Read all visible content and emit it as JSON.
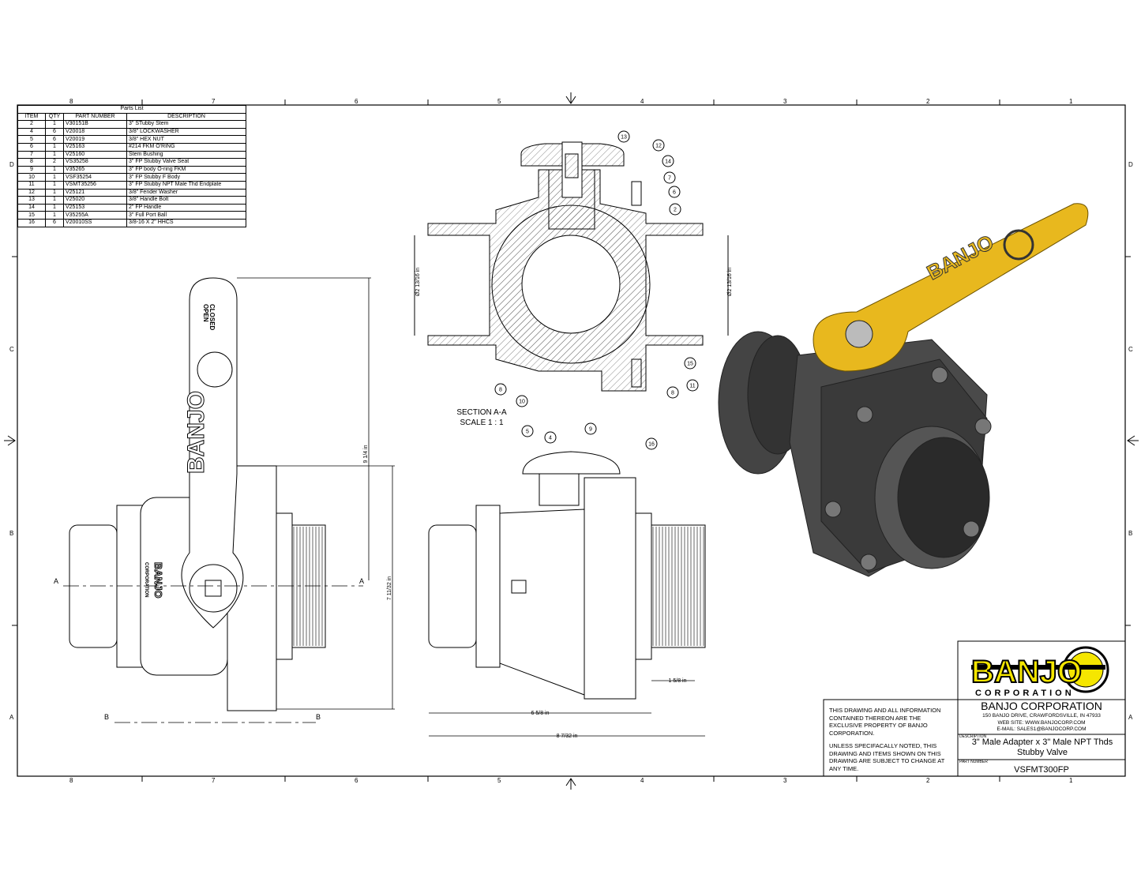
{
  "zones": {
    "columns": [
      "8",
      "7",
      "6",
      "5",
      "4",
      "3",
      "2",
      "1"
    ],
    "rows": [
      "D",
      "C",
      "B",
      "A"
    ]
  },
  "parts_list": {
    "title": "Parts List",
    "headers": [
      "ITEM",
      "QTY",
      "PART NUMBER",
      "DESCRIPTION"
    ],
    "rows": [
      [
        "2",
        "1",
        "V30151B",
        "3\" STubby Stem"
      ],
      [
        "4",
        "6",
        "V20018",
        "3/8\" LOCKWASHER"
      ],
      [
        "5",
        "6",
        "V20019",
        "3/8\" HEX NUT"
      ],
      [
        "6",
        "1",
        "V25163",
        "#214 FKM O'RING"
      ],
      [
        "7",
        "1",
        "V25160",
        "Stem Bushing"
      ],
      [
        "8",
        "2",
        "VS35258",
        "3\" FP Stubby Valve Seat"
      ],
      [
        "9",
        "1",
        "V35265",
        "3\" FP body O-ring FKM"
      ],
      [
        "10",
        "1",
        "VSF35254",
        "3\" FP Stubby F Body"
      ],
      [
        "11",
        "1",
        "VSMT35256",
        "3\" FP Stubby NPT Male Thd Endplate"
      ],
      [
        "12",
        "1",
        "V25121",
        "3/8\" Fender Washer"
      ],
      [
        "13",
        "1",
        "V25020",
        "3/8\" Handle Bolt"
      ],
      [
        "14",
        "1",
        "V25153",
        "2\" FP Handle"
      ],
      [
        "15",
        "1",
        "V35255A",
        "3\" Full Port Ball"
      ],
      [
        "16",
        "6",
        "V20010SS",
        "3/8-16 X 2\" HHCS"
      ]
    ]
  },
  "section": {
    "title": "SECTION A-A",
    "scale": "SCALE 1 : 1",
    "dia_left": "Ø2 13/16 in",
    "dia_right": "Ø2 13/16 in",
    "balloons": [
      "13",
      "12",
      "14",
      "7",
      "6",
      "2",
      "15",
      "11",
      "8",
      "16",
      "9",
      "4",
      "5",
      "10",
      "8"
    ]
  },
  "front_view": {
    "handle_text": "BANJO",
    "open": "OPEN",
    "closed": "CLOSED",
    "body_text": "BANJO",
    "body_sub": "CORPORATION",
    "dim_height": "9 1/4 in",
    "dim_body": "7 11/32 in",
    "section_mark": "A",
    "view_mark": "B"
  },
  "side_view": {
    "dim_1": "1 5/8 in",
    "dim_2": "6 5/8 in",
    "dim_3": "8 7/32 in"
  },
  "iso_view": {
    "handle_text": "BANJO"
  },
  "title_block": {
    "logo_text": "BANJO",
    "logo_sub": "CORPORATION",
    "notice_1": "THIS DRAWING AND ALL INFORMATION CONTAINED THEREON ARE THE EXCLUSIVE PROPERTY OF BANJO CORPORATION.",
    "notice_2": "UNLESS SPECIFACALLY NOTED, THIS DRAWING AND ITEMS SHOWN ON THIS DRAWING ARE SUBJECT TO CHANGE AT ANY TIME.",
    "company": "BANJO CORPORATION",
    "address": "150 BANJO DRIVE, CRAWFORDSVILLE, IN 47933",
    "website": "WEB SITE: WWW.BANJOCORP.COM",
    "email": "E-MAIL: SALES1@BANJOCORP.COM",
    "description_label": "DESCRIPTION",
    "description": "3\" Male Adapter x 3\" Male NPT Thds Stubby Valve",
    "part_number_label": "PART NUMBER",
    "part_number": "VSFMT300FP"
  },
  "colors": {
    "handle": "#e8b81e",
    "body": "#3c3c3c",
    "logo_yellow": "#f5e600"
  }
}
